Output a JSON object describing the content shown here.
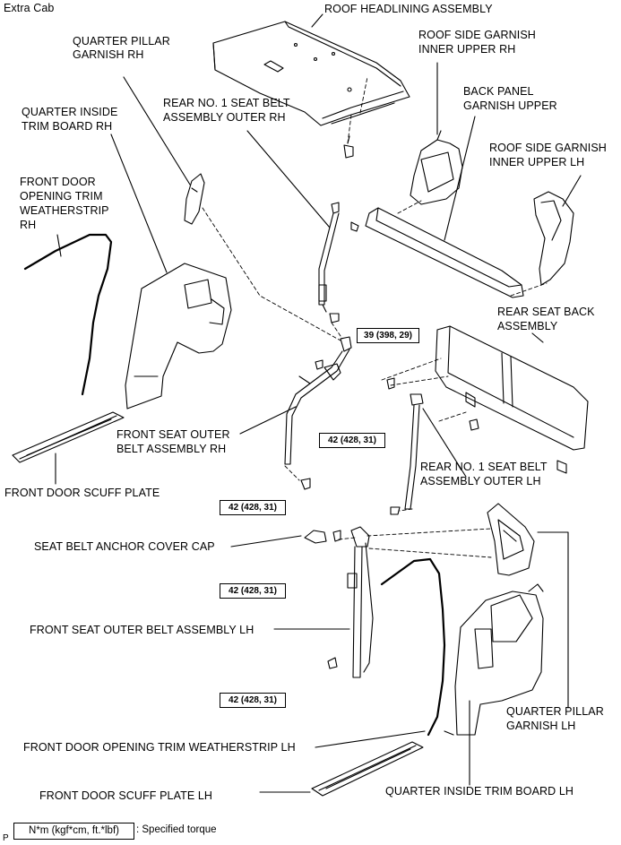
{
  "header": {
    "model": "Extra Cab"
  },
  "labels": {
    "roof_headlining": "ROOF HEADLINING ASSEMBLY",
    "quarter_pillar_rh_1": "QUARTER PILLAR",
    "quarter_pillar_rh_2": "GARNISH RH",
    "roof_side_rh_1": "ROOF SIDE GARNISH",
    "roof_side_rh_2": "INNER UPPER RH",
    "back_panel_1": "BACK PANEL",
    "back_panel_2": "GARNISH UPPER",
    "rear_belt_rh_1": "REAR NO. 1 SEAT BELT",
    "rear_belt_rh_2": "ASSEMBLY OUTER RH",
    "quarter_trim_rh_1": "QUARTER INSIDE",
    "quarter_trim_rh_2": "TRIM BOARD RH",
    "roof_side_lh_1": "ROOF SIDE GARNISH",
    "roof_side_lh_2": "INNER UPPER LH",
    "weatherstrip_rh_1": "FRONT DOOR",
    "weatherstrip_rh_2": "OPENING TRIM",
    "weatherstrip_rh_3": "WEATHERSTRIP",
    "weatherstrip_rh_4": "RH",
    "rear_seat_back_1": "REAR SEAT BACK",
    "rear_seat_back_2": "ASSEMBLY",
    "front_belt_rh_1": "FRONT SEAT OUTER",
    "front_belt_rh_2": "BELT ASSEMBLY RH",
    "rear_belt_lh_1": "REAR NO. 1 SEAT BELT",
    "rear_belt_lh_2": "ASSEMBLY OUTER LH",
    "scuff_rh": "FRONT DOOR SCUFF PLATE",
    "anchor_cap": "SEAT BELT ANCHOR COVER CAP",
    "front_belt_lh": "FRONT SEAT OUTER BELT ASSEMBLY LH",
    "quarter_pillar_lh_1": "QUARTER PILLAR",
    "quarter_pillar_lh_2": "GARNISH LH",
    "weatherstrip_lh": "FRONT DOOR OPENING TRIM WEATHERSTRIP LH",
    "quarter_trim_lh": "QUARTER INSIDE TRIM BOARD LH",
    "scuff_lh": "FRONT DOOR SCUFF PLATE LH"
  },
  "torques": {
    "t1": "39 (398, 29)",
    "t2": "42 (428, 31)",
    "t3": "42 (428, 31)",
    "t4": "42 (428, 31)",
    "t5": "42 (428, 31)"
  },
  "legend": {
    "box": "N*m (kgf*cm, ft.*lbf)",
    "text": ": Specified torque"
  },
  "footer": {
    "code": "P"
  }
}
